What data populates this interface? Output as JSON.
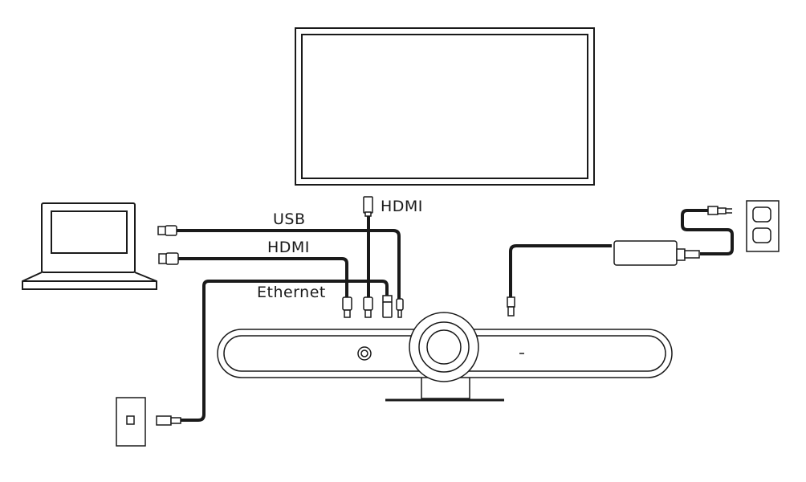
{
  "labels": {
    "usb": "USB",
    "hdmi_laptop": "HDMI",
    "hdmi_display": "HDMI",
    "ethernet": "Ethernet"
  },
  "colors": {
    "line": "#1a1a1a",
    "background": "#ffffff"
  }
}
